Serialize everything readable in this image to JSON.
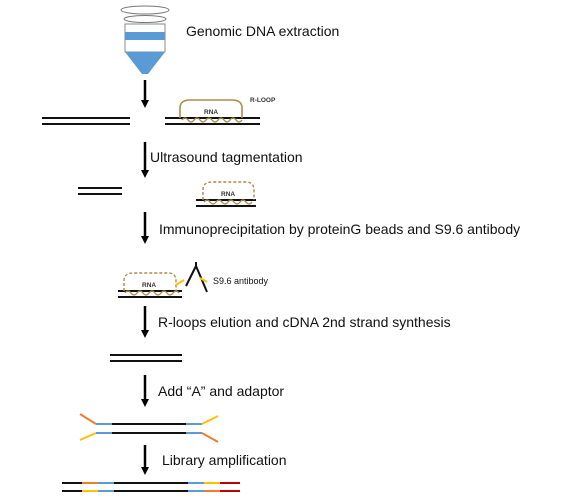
{
  "steps": [
    "Genomic DNA extraction",
    "Ultrasound tagmentation",
    "Immunoprecipitation by proteinG beads and S9.6 antibody",
    "R-loops elution and cDNA 2nd strand synthesis",
    "Add “A” and adaptor",
    "Library amplification"
  ],
  "labels": {
    "rloop": "R-LOOP",
    "rna": "RNA",
    "antibody": "S9.6 antibody"
  },
  "colors": {
    "dna": "#111111",
    "rna": "#b08a4a",
    "tube_fill": "#5b9bd5",
    "adaptor_orange": "#ed7d31",
    "adaptor_yellow": "#ffc000",
    "adaptor_blue": "#5b9bd5",
    "primer_red": "#c00000"
  }
}
